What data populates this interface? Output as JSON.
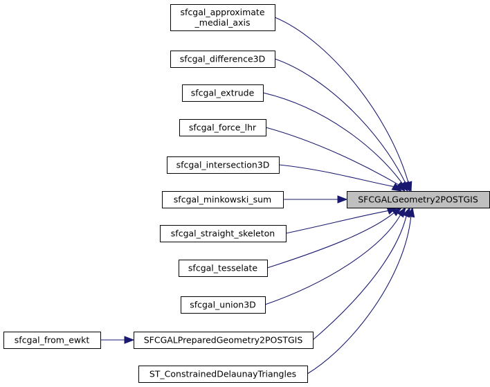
{
  "target": {
    "label": "SFCGALGeometry2POSTGIS"
  },
  "callers": [
    {
      "id": "approx",
      "lines": [
        "sfcgal_approximate",
        "_medial_axis"
      ]
    },
    {
      "id": "diff3d",
      "lines": [
        "sfcgal_difference3D"
      ]
    },
    {
      "id": "extrude",
      "lines": [
        "sfcgal_extrude"
      ]
    },
    {
      "id": "forcelhr",
      "lines": [
        "sfcgal_force_lhr"
      ]
    },
    {
      "id": "inter3d",
      "lines": [
        "sfcgal_intersection3D"
      ]
    },
    {
      "id": "minkowski",
      "lines": [
        "sfcgal_minkowski_sum"
      ]
    },
    {
      "id": "straight",
      "lines": [
        "sfcgal_straight_skeleton"
      ]
    },
    {
      "id": "tesselate",
      "lines": [
        "sfcgal_tesselate"
      ]
    },
    {
      "id": "union3d",
      "lines": [
        "sfcgal_union3D"
      ]
    },
    {
      "id": "prepared",
      "lines": [
        "SFCGALPreparedGeometry2POSTGIS"
      ]
    },
    {
      "id": "constrained",
      "lines": [
        "ST_ConstrainedDelaunayTriangles"
      ]
    },
    {
      "id": "fromewkt",
      "lines": [
        "sfcgal_from_ewkt"
      ]
    }
  ],
  "edges": [
    {
      "from": "approx",
      "to": "target"
    },
    {
      "from": "diff3d",
      "to": "target"
    },
    {
      "from": "extrude",
      "to": "target"
    },
    {
      "from": "forcelhr",
      "to": "target"
    },
    {
      "from": "inter3d",
      "to": "target"
    },
    {
      "from": "minkowski",
      "to": "target"
    },
    {
      "from": "straight",
      "to": "target"
    },
    {
      "from": "tesselate",
      "to": "target"
    },
    {
      "from": "union3d",
      "to": "target"
    },
    {
      "from": "prepared",
      "to": "target"
    },
    {
      "from": "constrained",
      "to": "target"
    },
    {
      "from": "fromewkt",
      "to": "prepared"
    }
  ],
  "colors": {
    "edge": "#191970",
    "focus_fill": "#bfbfbf",
    "node_border": "#000000"
  }
}
